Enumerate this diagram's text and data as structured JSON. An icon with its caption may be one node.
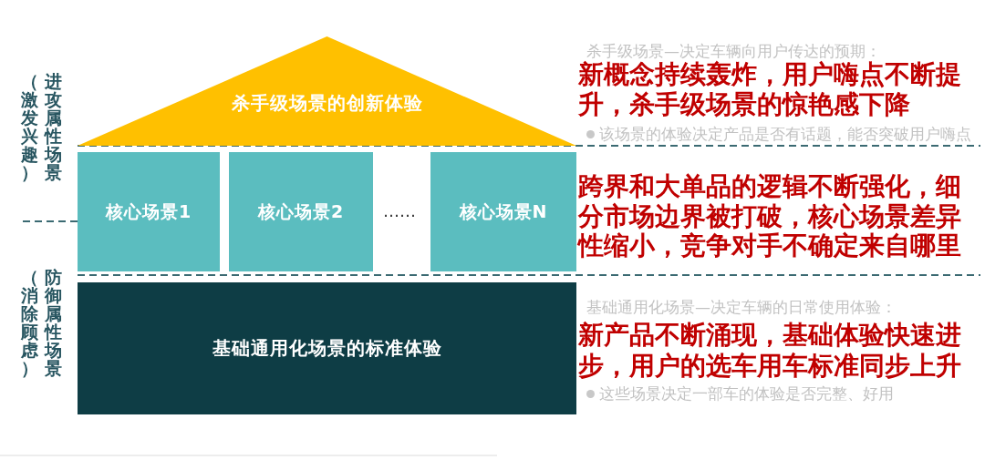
{
  "diagram": {
    "nodes": [
      {
        "text": [
          "杀手级场景的创新体验"
        ]
      },
      {
        "text": [
          "核心场景1"
        ]
      },
      {
        "text": [
          "核心场景2"
        ]
      },
      {
        "text": [
          "核心场景N"
        ]
      },
      {
        "text": [
          "基础通用化场景的标准体验"
        ]
      }
    ],
    "labels": [
      "进攻属性场景（激发兴趣）",
      "杀手级场景—决定车辆向用户传达的预期：",
      "新概念持续轰炸，用户嗨点不断提升，杀手级场景的惊艳感下降",
      "该场景的体验决定产品是否有话题，能否突破用户嗨点",
      "……",
      "跨界和大单品的逻辑不断强化，细分市场边界被打破，核心场景差异性缩小，竞争对手不确定来自哪里",
      "防御属性场景（消除顾虑）",
      "基础通用化场景—决定车辆的日常使用体验：",
      "新产品不断涌现，基础体验快速进步，用户的选车用车标准同步上升",
      "这些场景决定一部车的体验是否完整、好用"
    ]
  }
}
